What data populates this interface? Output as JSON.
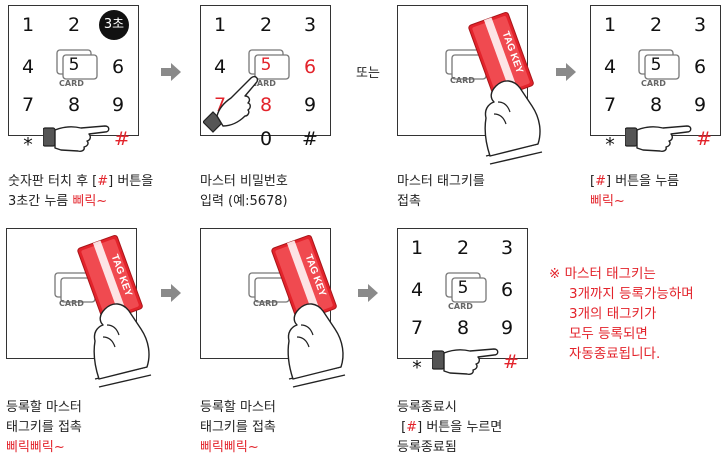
{
  "keypad": {
    "row1": [
      "1",
      "2",
      "3"
    ],
    "row2": [
      "4",
      "5",
      "6"
    ],
    "row3": [
      "7",
      "8",
      "9"
    ],
    "row4": [
      "*",
      "0",
      "#"
    ],
    "star_glyph": "⁎",
    "badge_label": "3초",
    "card_label": "CARD"
  },
  "tag_key_label": "TAG KEY",
  "or_label": "또는",
  "captions": {
    "step1_line1_a": "숫자판 터치 후 [",
    "step1_hash": "#",
    "step1_line1_b": "] 버튼을",
    "step1_line2": "3초간 누름",
    "step1_beep": "삐릭~",
    "step2_line1": "마스터 비밀번호",
    "step2_line2": "입력 (예:5678)",
    "step3_line1": "마스터 태그키를",
    "step3_line2": "접촉",
    "step4_lbr": "[",
    "step4_hash": "#",
    "step4_line1_b": "] 버튼을 누름",
    "step4_beep": "삐릭~",
    "step5_line1": "등록할 마스터",
    "step5_line2": "태그키를 접촉",
    "step5_beep": "삐릭삐릭~",
    "step6_line1": "등록할 마스터",
    "step6_line2": "태그키를 접촉",
    "step6_beep": "삐릭삐릭~",
    "step7_line1": "등록종료시",
    "step7_lbr": "[",
    "step7_hash": "#",
    "step7_line2_b": "] 버튼을 누르면",
    "step7_line3": "등록종료됨"
  },
  "note": {
    "line1": "※ 마스터 태그키는",
    "line2": "3개까지 등록가능하며",
    "line3": "3개의 태그키가",
    "line4": "모두 등록되면",
    "line5": "자동종료됩니다."
  },
  "colors": {
    "accent": "#e3232b",
    "arrow": "#8a8a8a",
    "outline": "#333333"
  }
}
